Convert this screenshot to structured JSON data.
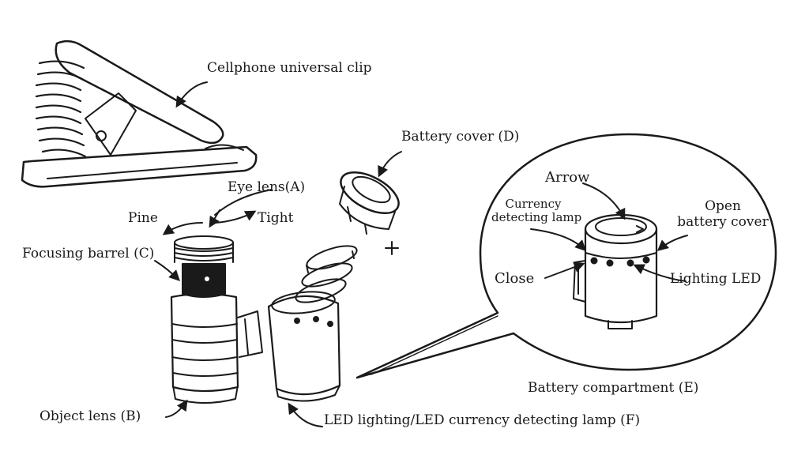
{
  "labels": {
    "clip": "Cellphone universal clip",
    "battery_cover": "Battery cover (D)",
    "eye_lens": "Eye lens(A)",
    "pine": "Pine",
    "tight": "Tight",
    "focusing_barrel": "Focusing barrel (C)",
    "plus": "+",
    "object_lens": "Object lens (B)",
    "led_lamp": "LED lighting/LED currency detecting lamp (F)",
    "battery_compartment": "Battery compartment (E)",
    "arrow": "Arrow",
    "currency_lamp_1": "Currency",
    "currency_lamp_2": "detecting lamp",
    "open_cover_1": "Open",
    "open_cover_2": "battery cover",
    "close": "Close",
    "lighting_led": "Lighting LED"
  },
  "colors": {
    "line": "#1a1a1a",
    "background": "#ffffff"
  }
}
